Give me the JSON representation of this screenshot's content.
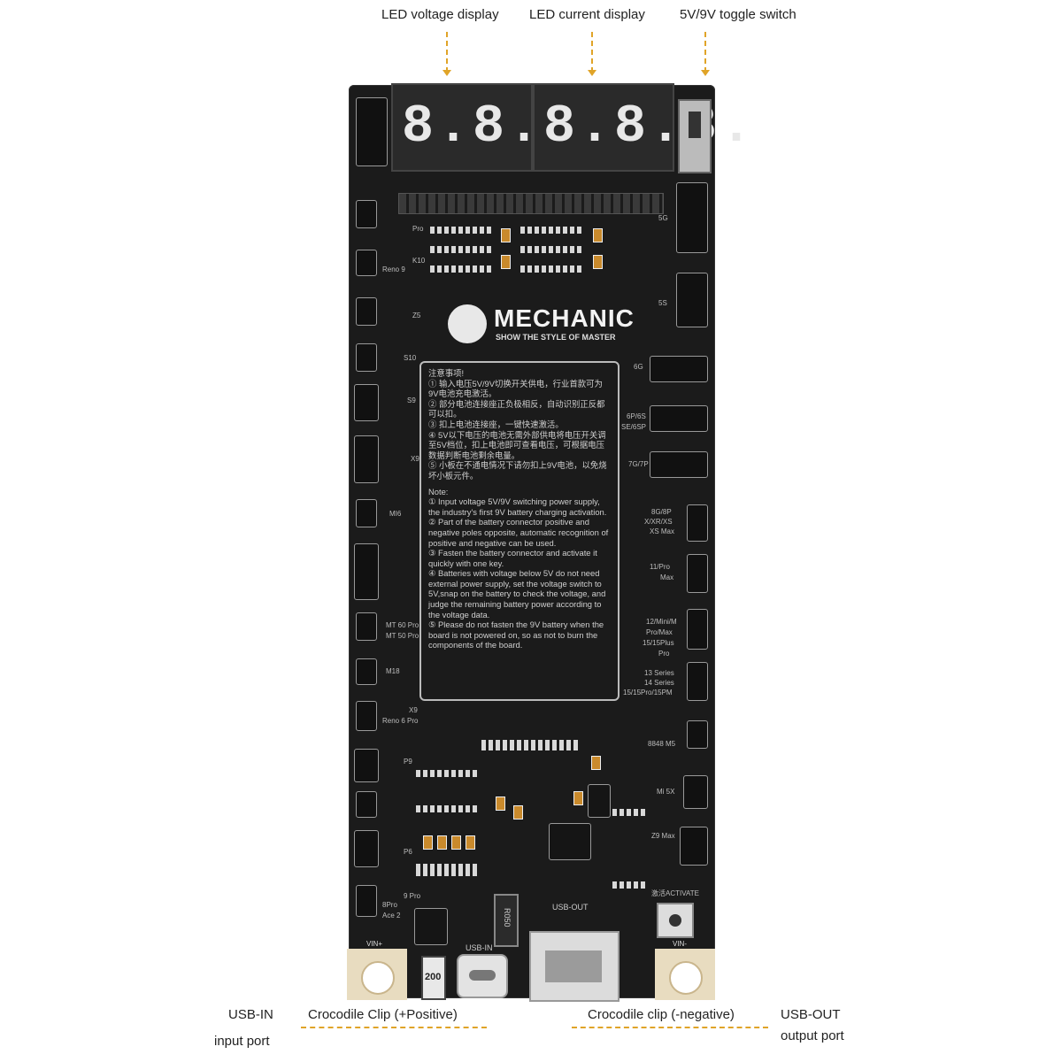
{
  "callouts": {
    "top_led_voltage": "LED voltage display",
    "top_led_current": "LED current display",
    "top_toggle": "5V/9V toggle switch",
    "bottom_usb_in": "USB-IN",
    "bottom_input_port": "input port",
    "bottom_crocodile_pos": "Crocodile Clip (+Positive)",
    "bottom_crocodile_neg": "Crocodile clip (-negative)",
    "bottom_usb_out": "USB-OUT",
    "bottom_output_port": "output port"
  },
  "displays": {
    "voltage": "8.8.8.",
    "current": "8.8.8."
  },
  "brand": {
    "name": "MECHANIC",
    "tagline": "SHOW THE STYLE OF MASTER"
  },
  "notice": {
    "cn_title": "注意事项!",
    "cn_1": "① 输入电压5V/9V切换开关供电，行业首款可为9V电池充电激活。",
    "cn_2": "② 部分电池连接座正负极相反，自动识别正反都可以扣。",
    "cn_3": "③ 扣上电池连接座，一键快速激活。",
    "cn_4": "④ 5V以下电压的电池无需外部供电将电压开关调至5V档位，扣上电池即可查看电压，可根据电压数据判断电池剩余电量。",
    "cn_5": "⑤ 小板在不通电情况下请勿扣上9V电池，以免烧坏小板元件。",
    "en_title": "Note:",
    "en_1": "① Input voltage 5V/9V switching power supply, the industry's first 9V battery charging activation.",
    "en_2": "② Part of the battery connector positive and negative poles opposite, automatic recognition of positive and negative can be used.",
    "en_3": "③ Fasten the battery connector and activate it quickly with one key.",
    "en_4": "④ Batteries with voltage below 5V do not need external power supply, set the voltage switch to 5V,snap on the battery to check the voltage, and judge the remaining battery power according to the voltage data.",
    "en_5": "⑤ Please do not fasten the 9V battery when the board is not powered on, so as not to burn the components of the board."
  },
  "left_labels": {
    "pro": "Pro",
    "k10": "K10",
    "reno9": "Reno 9",
    "z5": "Z5",
    "s10": "S10",
    "s9": "S9",
    "x9": "X9",
    "mi6": "MI6",
    "mt60": "MT 60 Pro",
    "mt50": "MT 50 Pro",
    "m18": "M18",
    "x9b": "X9",
    "reno6": "Reno 6 Pro",
    "p9": "P9",
    "p6": "P6",
    "p9pro": "9 Pro",
    "p8pro": "8Pro",
    "ace2": "Ace 2"
  },
  "right_labels": {
    "s5g_a": "5G",
    "s5g_b": "5S",
    "s6g": "6G",
    "s6p": "6P/6S",
    "sse": "SE/6SP",
    "s7g": "7G/7P",
    "s8g": "8G/8P",
    "sx": "X/XR/XS",
    "sxsmax": "XS Max",
    "s11": "11/Pro",
    "s11max": "Max",
    "s12": "12/Mini/M",
    "s12b": "Pro/Max",
    "s15": "15/15Plus",
    "s15b": "Pro",
    "s13": "13 Series",
    "s14": "14 Series",
    "s15pro": "15/15Pro/15PM",
    "s8848": "8848 M5",
    "mi5x": "Mi 5X",
    "z9max": "Z9 Max",
    "activate": "激活ACTIVATE"
  },
  "ports": {
    "vin_pos": "VIN+",
    "vin_neg": "VIN-",
    "usb_in": "USB-IN",
    "usb_out": "USB-OUT",
    "fuse": "R050",
    "seg": "200"
  }
}
